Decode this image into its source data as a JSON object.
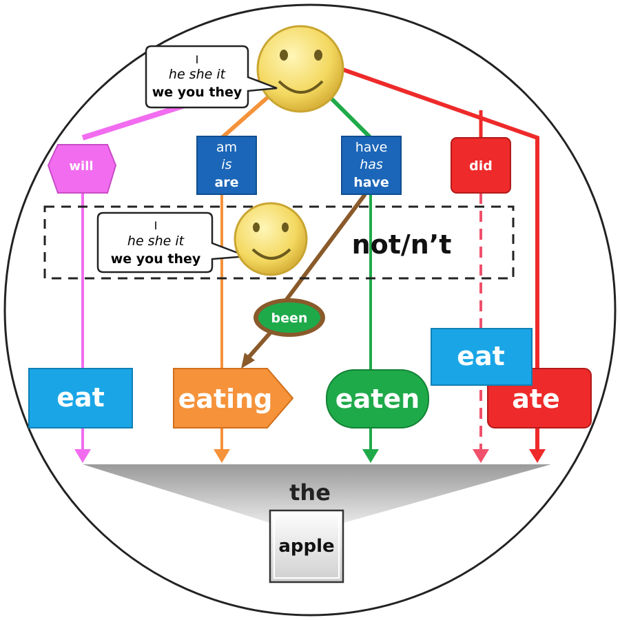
{
  "subject_bubble": {
    "line1": "I",
    "line2": "he she it",
    "line3": "we you they"
  },
  "auxiliaries": {
    "will": "will",
    "be": {
      "line1": "am",
      "line2": "is",
      "line3": "are"
    },
    "have": {
      "line1": "have",
      "line2": "has",
      "line3": "have"
    },
    "did": "did"
  },
  "negation": {
    "subject_bubble": {
      "line1": "I",
      "line2": "he she it",
      "line3": "we you they"
    },
    "label": "not/n’t"
  },
  "been": "been",
  "verb_forms": {
    "eat": "eat",
    "eating": "eating",
    "eaten": "eaten",
    "eat_did": "eat",
    "ate": "ate"
  },
  "object": {
    "article": "the",
    "noun": "apple"
  },
  "colors": {
    "will": "#f26cf0",
    "be": "#f5923a",
    "have": "#1faa4a",
    "did": "#ee2a2a",
    "been": "#8a5a2b",
    "blue_box": "#1aa6e6",
    "aux_blue": "#1b66b8"
  },
  "icons": [
    "smiley-face-icon"
  ]
}
